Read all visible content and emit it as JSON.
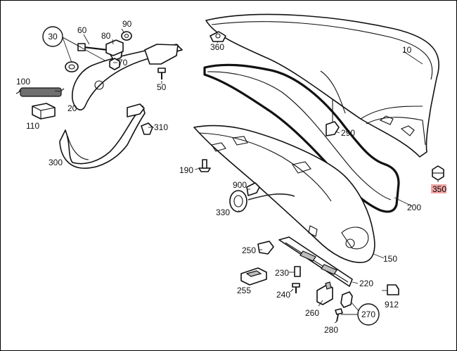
{
  "parts": {
    "p10": "10",
    "p20": "20",
    "p30": "30",
    "p50": "50",
    "p60": "60",
    "p70": "70",
    "p80": "80",
    "p90": "90",
    "p100": "100",
    "p110": "110",
    "p150": "150",
    "p190": "190",
    "p200": "200",
    "p220": "220",
    "p230": "230",
    "p240": "240",
    "p250": "250",
    "p255": "255",
    "p260": "260",
    "p270": "270",
    "p280": "280",
    "p290": "290",
    "p300": "300",
    "p310": "310",
    "p330": "330",
    "p350": "350",
    "p360": "360",
    "p900": "900",
    "p912": "912"
  },
  "highlighted_part": "350",
  "colors": {
    "highlight": "#f4a6a6",
    "line": "#111111"
  }
}
